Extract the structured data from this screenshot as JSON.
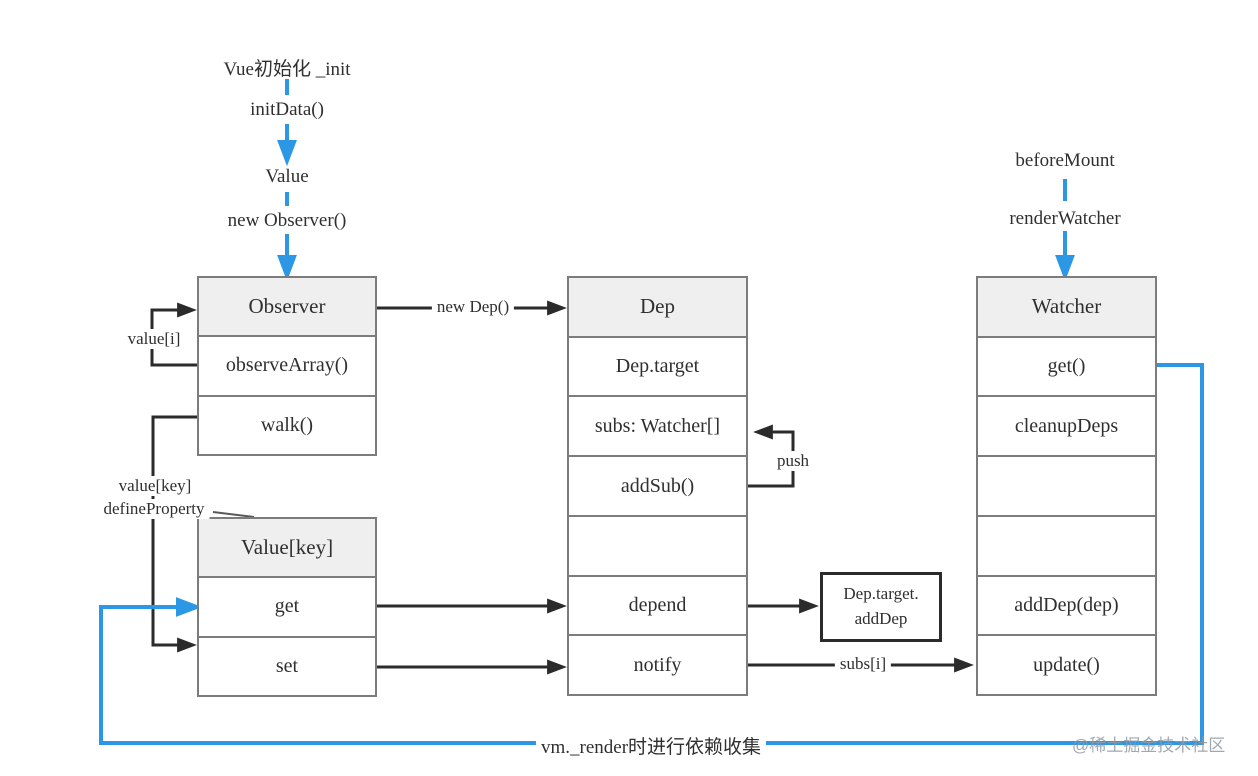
{
  "colors": {
    "accent_blue": "#2b97e5",
    "arrow_black": "#2b2b2b",
    "table_border": "#7c7c7c",
    "table_header_bg": "#efefef"
  },
  "flow_left": {
    "step1": "Vue初始化 _init",
    "step2": "initData()",
    "step3": "Value",
    "step4": "new Observer()"
  },
  "flow_right": {
    "step1": "beforeMount",
    "step2": "renderWatcher"
  },
  "tables": {
    "observer": {
      "title": "Observer",
      "rows": [
        "observeArray()",
        "walk()"
      ]
    },
    "value_key": {
      "title": "Value[key]",
      "rows": [
        "get",
        "set"
      ]
    },
    "dep": {
      "title": "Dep",
      "rows": [
        "Dep.target",
        "subs: Watcher[]",
        "addSub()",
        "",
        "depend",
        "notify"
      ]
    },
    "watcher": {
      "title": "Watcher",
      "rows": [
        "get()",
        "cleanupDeps",
        "",
        "",
        "addDep(dep)",
        "update()"
      ]
    }
  },
  "edge_labels": {
    "new_dep": "new Dep()",
    "value_i": "value[i]",
    "value_key": "value[key]",
    "define_property": "defineProperty",
    "push": "push",
    "subs_i": "subs[i]",
    "vm_render": "vm._render时进行依赖收集"
  },
  "callout": {
    "line1": "Dep.target.",
    "line2": "addDep"
  },
  "watermark": "@稀土掘金技术社区"
}
